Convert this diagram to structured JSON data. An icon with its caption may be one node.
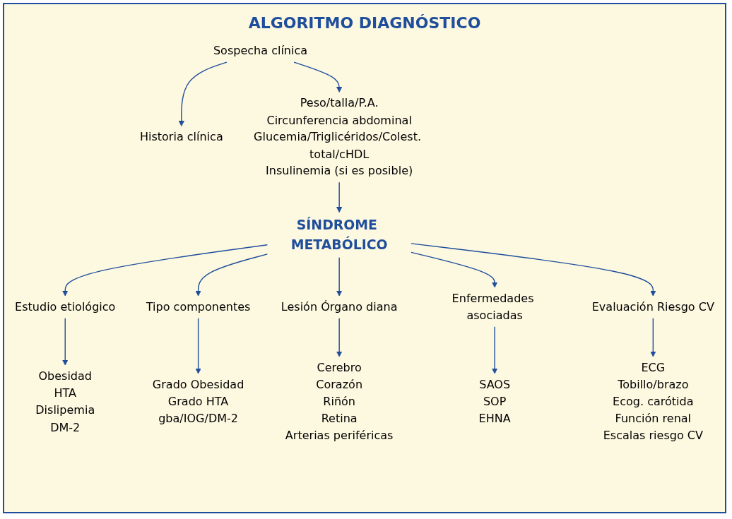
{
  "diagram": {
    "title": "ALGORITMO DIAGNÓSTICO",
    "nodes": [
      {
        "text": [
          "Sospecha clínica"
        ]
      },
      {
        "text": [
          "Historia clínica"
        ]
      },
      {
        "text": [
          "Peso/talla/P.A.",
          "Circunferencia abdominal",
          "Glucemia/Triglicéridos/Colest. total/cHDL",
          "Insulinemia (si es posible)"
        ]
      },
      {
        "text": [
          "SÍNDROME METABÓLICO"
        ]
      },
      {
        "text": [
          "Estudio etiológico"
        ]
      },
      {
        "text": [
          "Tipo componentes"
        ]
      },
      {
        "text": [
          "Lesión Órgano diana"
        ]
      },
      {
        "text": [
          "Enfermedades asociadas"
        ]
      },
      {
        "text": [
          "Evaluación Riesgo CV"
        ]
      },
      {
        "text": [
          "Obesidad",
          "HTA",
          "Dislipemia",
          "DM-2"
        ]
      },
      {
        "text": [
          "Grado Obesidad",
          "Grado HTA",
          "gba/IOG/DM-2"
        ]
      },
      {
        "text": [
          "Cerebro",
          "Corazón",
          "Riñón",
          "Retina",
          "Arterias periféricas"
        ]
      },
      {
        "text": [
          "SAOS",
          "SOP",
          "EHNA"
        ]
      },
      {
        "text": [
          "ECG",
          "Tobillo/brazo",
          "Ecog. carótida",
          "Función renal",
          "Escalas riesgo CV"
        ]
      }
    ],
    "edges": [
      {
        "from": 0,
        "to": 1,
        "arrow": "to"
      },
      {
        "from": 0,
        "to": 2,
        "arrow": "to"
      },
      {
        "from": 2,
        "to": 3,
        "arrow": "to"
      },
      {
        "from": 3,
        "to": 4,
        "arrow": "to"
      },
      {
        "from": 3,
        "to": 5,
        "arrow": "to"
      },
      {
        "from": 3,
        "to": 6,
        "arrow": "to"
      },
      {
        "from": 3,
        "to": 7,
        "arrow": "to"
      },
      {
        "from": 3,
        "to": 8,
        "arrow": "to"
      },
      {
        "from": 4,
        "to": 9,
        "arrow": "to"
      },
      {
        "from": 5,
        "to": 10,
        "arrow": "to"
      },
      {
        "from": 6,
        "to": 11,
        "arrow": "to"
      },
      {
        "from": 7,
        "to": 12,
        "arrow": "to"
      },
      {
        "from": 8,
        "to": 13,
        "arrow": "to"
      }
    ]
  }
}
